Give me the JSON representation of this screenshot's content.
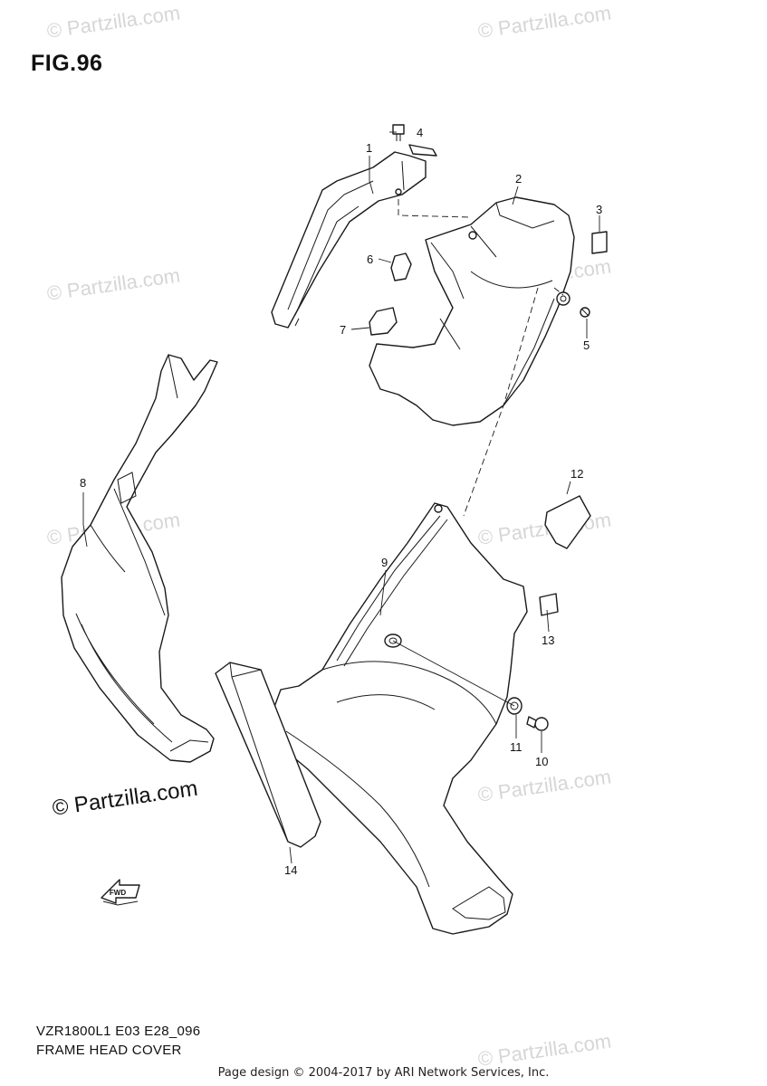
{
  "figure": {
    "title": "FIG.96",
    "model_code": "VZR1800L1 E03 E28_096",
    "caption": "FRAME HEAD COVER"
  },
  "watermark": {
    "text": "© Partzilla.com",
    "prominent_text": "© Partzilla.com"
  },
  "fwd_label": "FWD",
  "callouts": {
    "c1": "1",
    "c2": "2",
    "c3": "3",
    "c4": "4",
    "c5": "5",
    "c6": "6",
    "c7": "7",
    "c8": "8",
    "c9": "9",
    "c10": "10",
    "c11": "11",
    "c12": "12",
    "c13": "13",
    "c14": "14"
  },
  "footer": "Page design © 2004-2017 by ARI Network Services, Inc."
}
